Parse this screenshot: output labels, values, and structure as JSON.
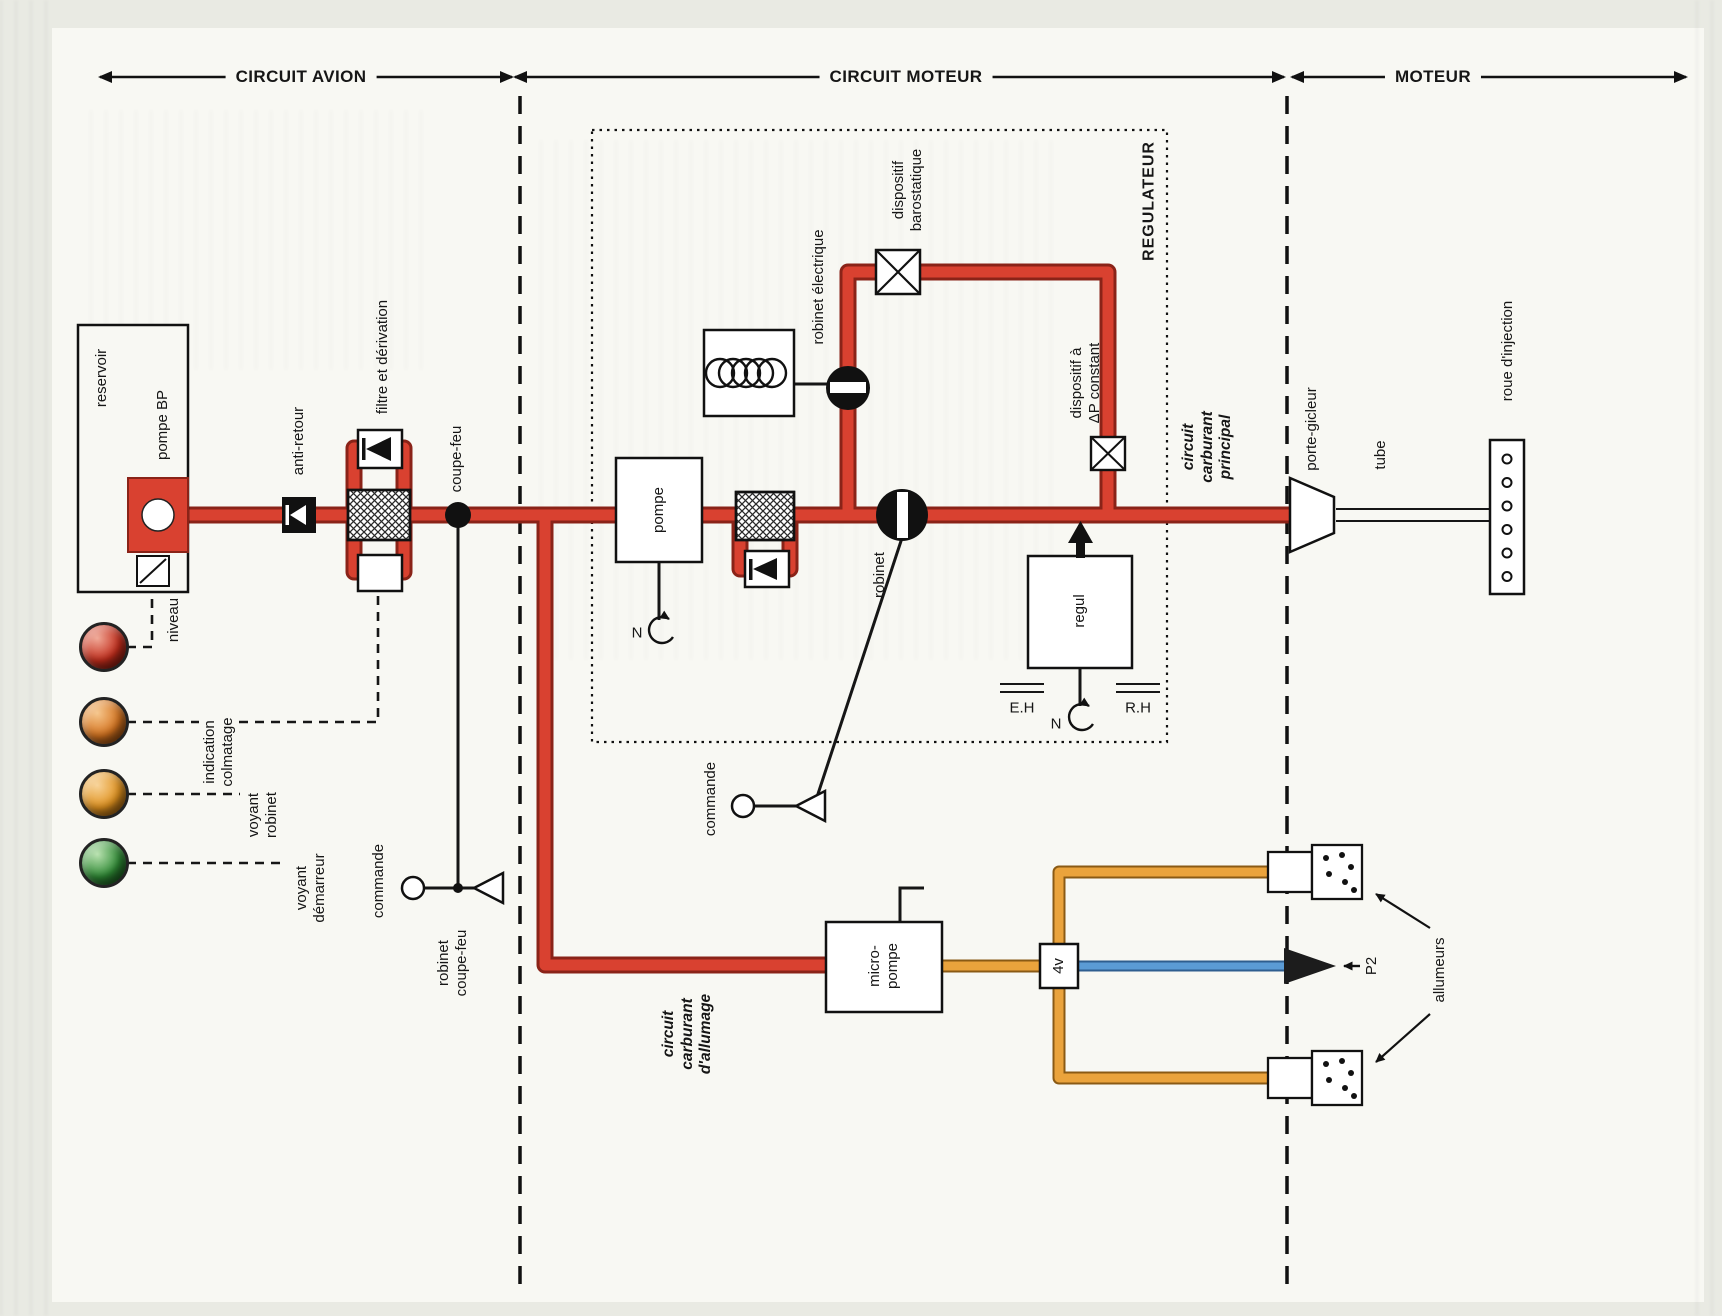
{
  "header": {
    "sections": [
      {
        "label": "CIRCUIT AVION"
      },
      {
        "label": "CIRCUIT MOTEUR"
      },
      {
        "label": "MOTEUR"
      }
    ]
  },
  "avion": {
    "reservoir": "reservoir",
    "pompe_bp": "pompe BP",
    "niveau": "niveau",
    "indication_colmatage": "indication\ncolmatage",
    "voyant_robinet": "voyant\nrobinet",
    "voyant_demarreur": "voyant\ndémarreur",
    "anti_retour": "anti-retour",
    "filtre": "filtre et dérivation",
    "coupe_feu": "coupe-feu",
    "commande": "commande",
    "robinet_coupe_feu": "robinet\ncoupe-feu"
  },
  "moteur": {
    "regulateur": "REGULATEUR",
    "pompe": "pompe",
    "n_pompe": "N",
    "robinet_electrique": "robinet électrique",
    "dispositif_barostatique": "dispositif\nbarostatique",
    "dispositif_dp": "dispositif à\nΔP constant",
    "robinet": "robinet",
    "commande": "commande",
    "regul": "regul",
    "eh": "E.H",
    "n_regul": "N",
    "rh": "R.H",
    "circuit_principal": "circuit\ncarburant\nprincipal",
    "circuit_allumage": "circuit\ncarburant\nd'allumage",
    "micro_pompe": "micro-\npompe",
    "quatre_v": "4v",
    "p2": "P2",
    "allumeurs": "allumeurs"
  },
  "sortie": {
    "porte_gicleur": "porte-gicleur",
    "tube": "tube",
    "roue_injection": "roue d'injection"
  },
  "colors": {
    "fuel": "#d94130",
    "fuel_dark": "#8a2318",
    "ignition": "#eaa33c",
    "ignition_dark": "#8a5a14",
    "air": "#5b9bd5",
    "air_dark": "#2f5e8f",
    "light_red": "#c22d1c",
    "light_amber": "#d4731f",
    "light_orange": "#e0921f",
    "light_green": "#2f8a35",
    "ink": "#161616",
    "paper": "#e9eae3",
    "paper2": "#f8f8f3"
  }
}
